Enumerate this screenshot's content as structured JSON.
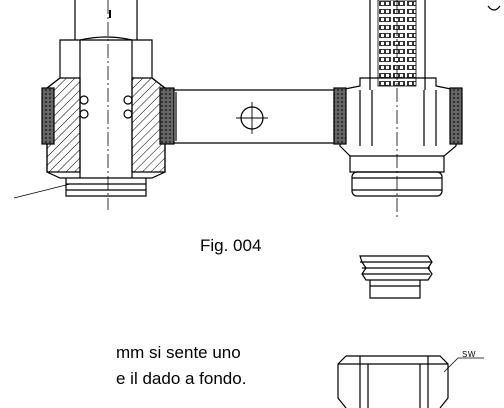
{
  "figure": {
    "caption": "Fig. 004",
    "nut_label": "SW"
  },
  "text": {
    "line1": "mm si sente uno",
    "line2": "e il dado a fondo."
  },
  "colors": {
    "ink": "#000000",
    "knurl": "#555555",
    "background": "#ffffff"
  }
}
